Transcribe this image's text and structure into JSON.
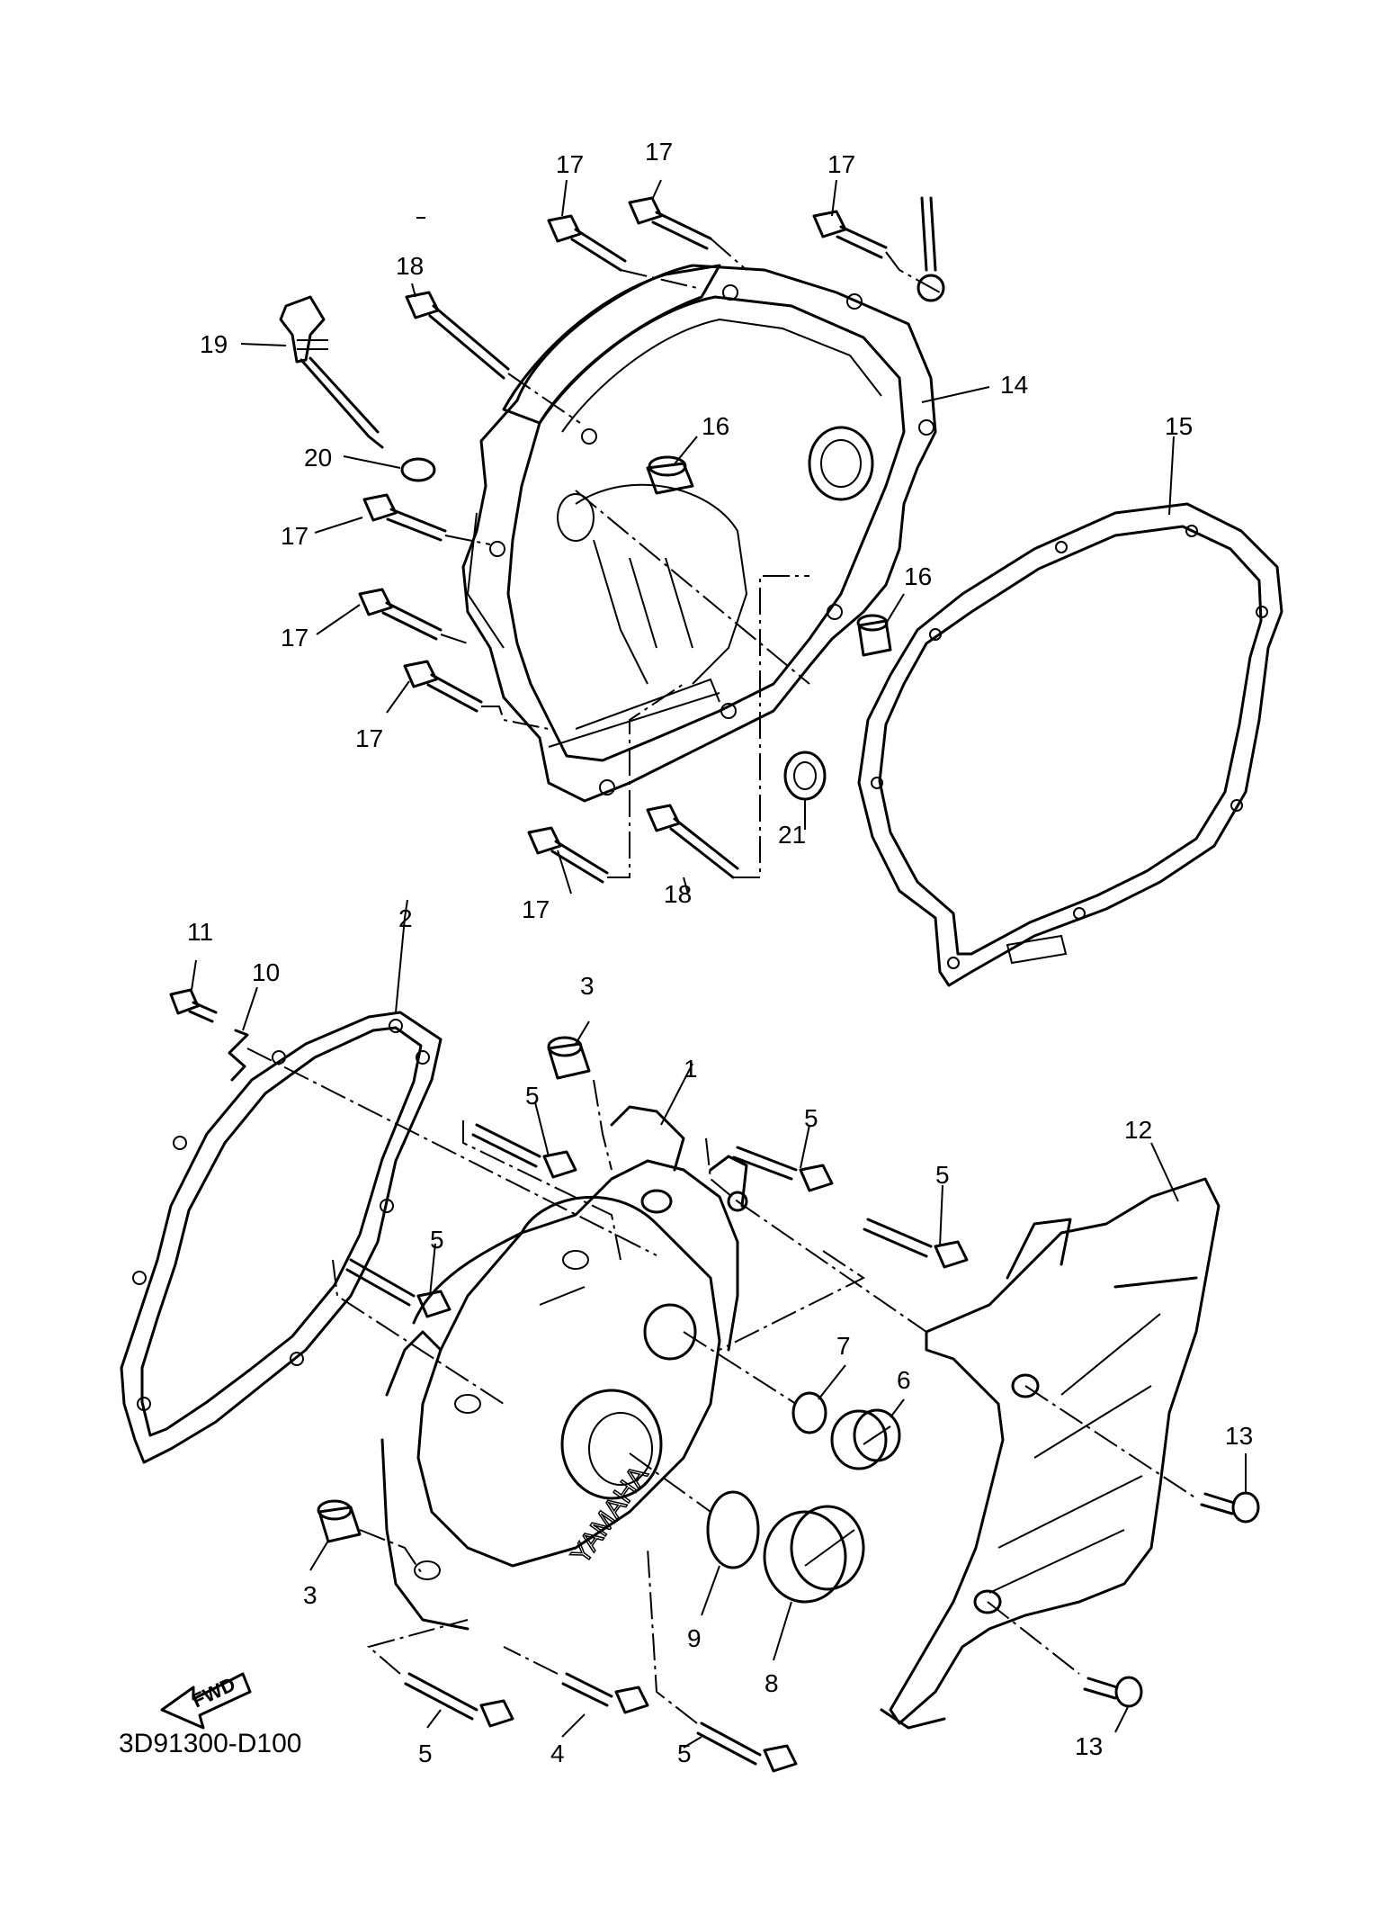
{
  "diagram_code": "3D91300-D100",
  "direction_label": "FWD",
  "brand_mark": "YAMAHA",
  "callouts": {
    "c1": "1",
    "c2": "2",
    "c3a": "3",
    "c3b": "3",
    "c4": "4",
    "c5a": "5",
    "c5b": "5",
    "c5c": "5",
    "c5d": "5",
    "c5e": "5",
    "c5f": "5",
    "c6": "6",
    "c7": "7",
    "c8": "8",
    "c9": "9",
    "c10": "10",
    "c11": "11",
    "c12": "12",
    "c13a": "13",
    "c13b": "13",
    "c14": "14",
    "c15": "15",
    "c16a": "16",
    "c16b": "16",
    "c17a": "17",
    "c17b": "17",
    "c17c": "17",
    "c17d": "17",
    "c17e": "17",
    "c17f": "17",
    "c17g": "17",
    "c18a": "18",
    "c18b": "18",
    "c19": "19",
    "c20": "20",
    "c21": "21"
  }
}
